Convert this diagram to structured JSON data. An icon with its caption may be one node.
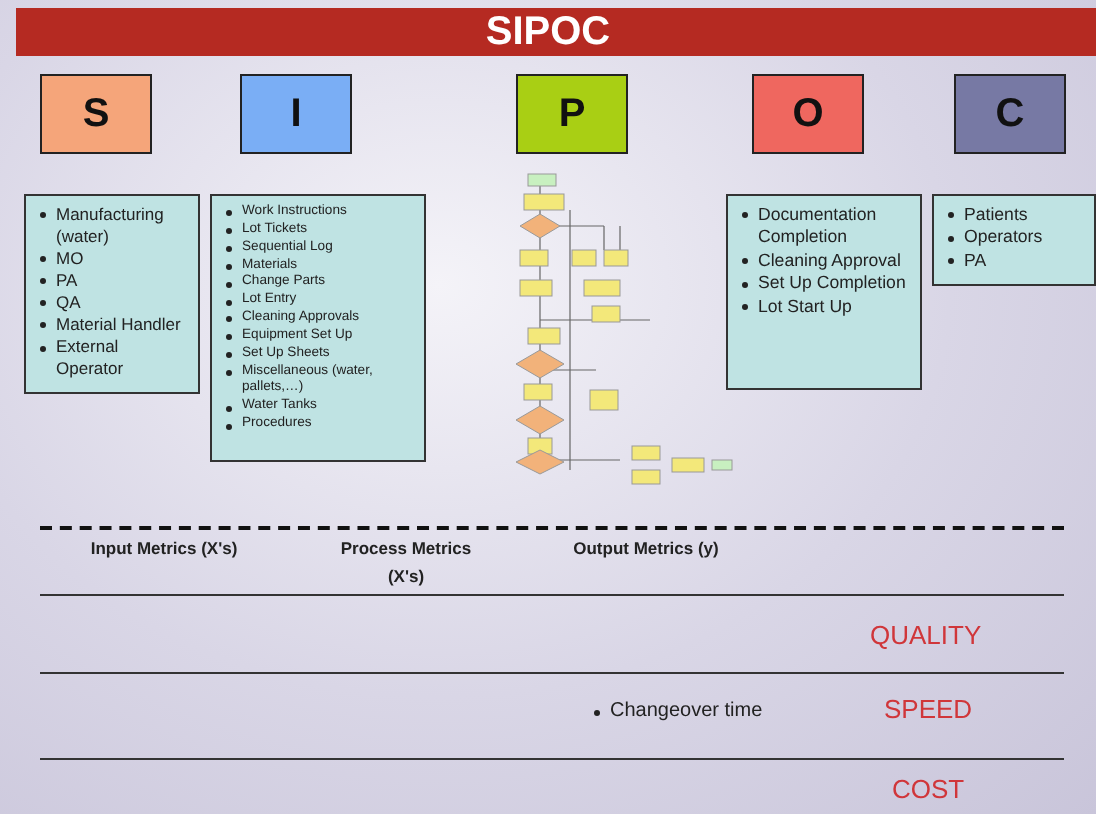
{
  "diagram": {
    "title": "SIPOC",
    "nodes": [
      {
        "text": [
          "S"
        ]
      },
      {
        "text": [
          "I"
        ]
      },
      {
        "text": [
          "P"
        ]
      },
      {
        "text": [
          "O"
        ]
      },
      {
        "text": [
          "C"
        ]
      },
      {
        "text": [
          "Manufacturing (water)",
          "MO",
          "PA",
          "QA",
          "Material Handler",
          "External Operator"
        ]
      },
      {
        "text": [
          "Work Instructions",
          "Lot Tickets",
          "Sequential Log",
          "Materials",
          "Change Parts",
          "Lot Entry",
          "Cleaning Approvals",
          "Equipment Set Up",
          "Set Up Sheets",
          "Miscellaneous (water, pallets,…)",
          "Water Tanks",
          "Procedures"
        ]
      },
      {
        "text": [
          "Documentation Completion",
          "Cleaning Approval",
          "Set Up Completion",
          "Lot Start Up"
        ]
      },
      {
        "text": [
          "Patients",
          "Operators",
          "PA"
        ]
      }
    ],
    "edges": [],
    "labels": [
      "Input Metrics (X's)",
      "Process Metrics (X's)",
      "Output Metrics (y)",
      "QUALITY",
      "Changeover time",
      "SPEED",
      "COST"
    ]
  }
}
